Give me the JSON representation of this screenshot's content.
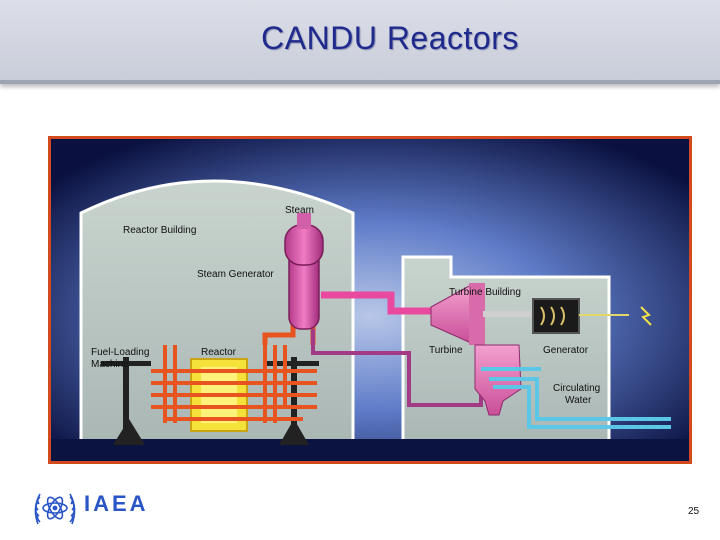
{
  "slide": {
    "title": "CANDU Reactors",
    "page_number": "25"
  },
  "diagram": {
    "labels": {
      "steam": "Steam",
      "reactor_building": "Reactor Building",
      "steam_generator": "Steam Generator",
      "fuel_loading_machine_line1": "Fuel-Loading",
      "fuel_loading_machine_line2": "Machine",
      "reactor": "Reactor",
      "turbine_building": "Turbine Building",
      "turbine": "Turbine",
      "generator": "Generator",
      "circulating_water_line1": "Circulating",
      "circulating_water_line2": "Water"
    }
  },
  "footer": {
    "logo_text": "IAEA",
    "logo_icon": "iaea-emblem-icon"
  },
  "colors": {
    "title": "#1f2a8c",
    "frame_border": "#d24a1e",
    "logo": "#2a55c7"
  }
}
